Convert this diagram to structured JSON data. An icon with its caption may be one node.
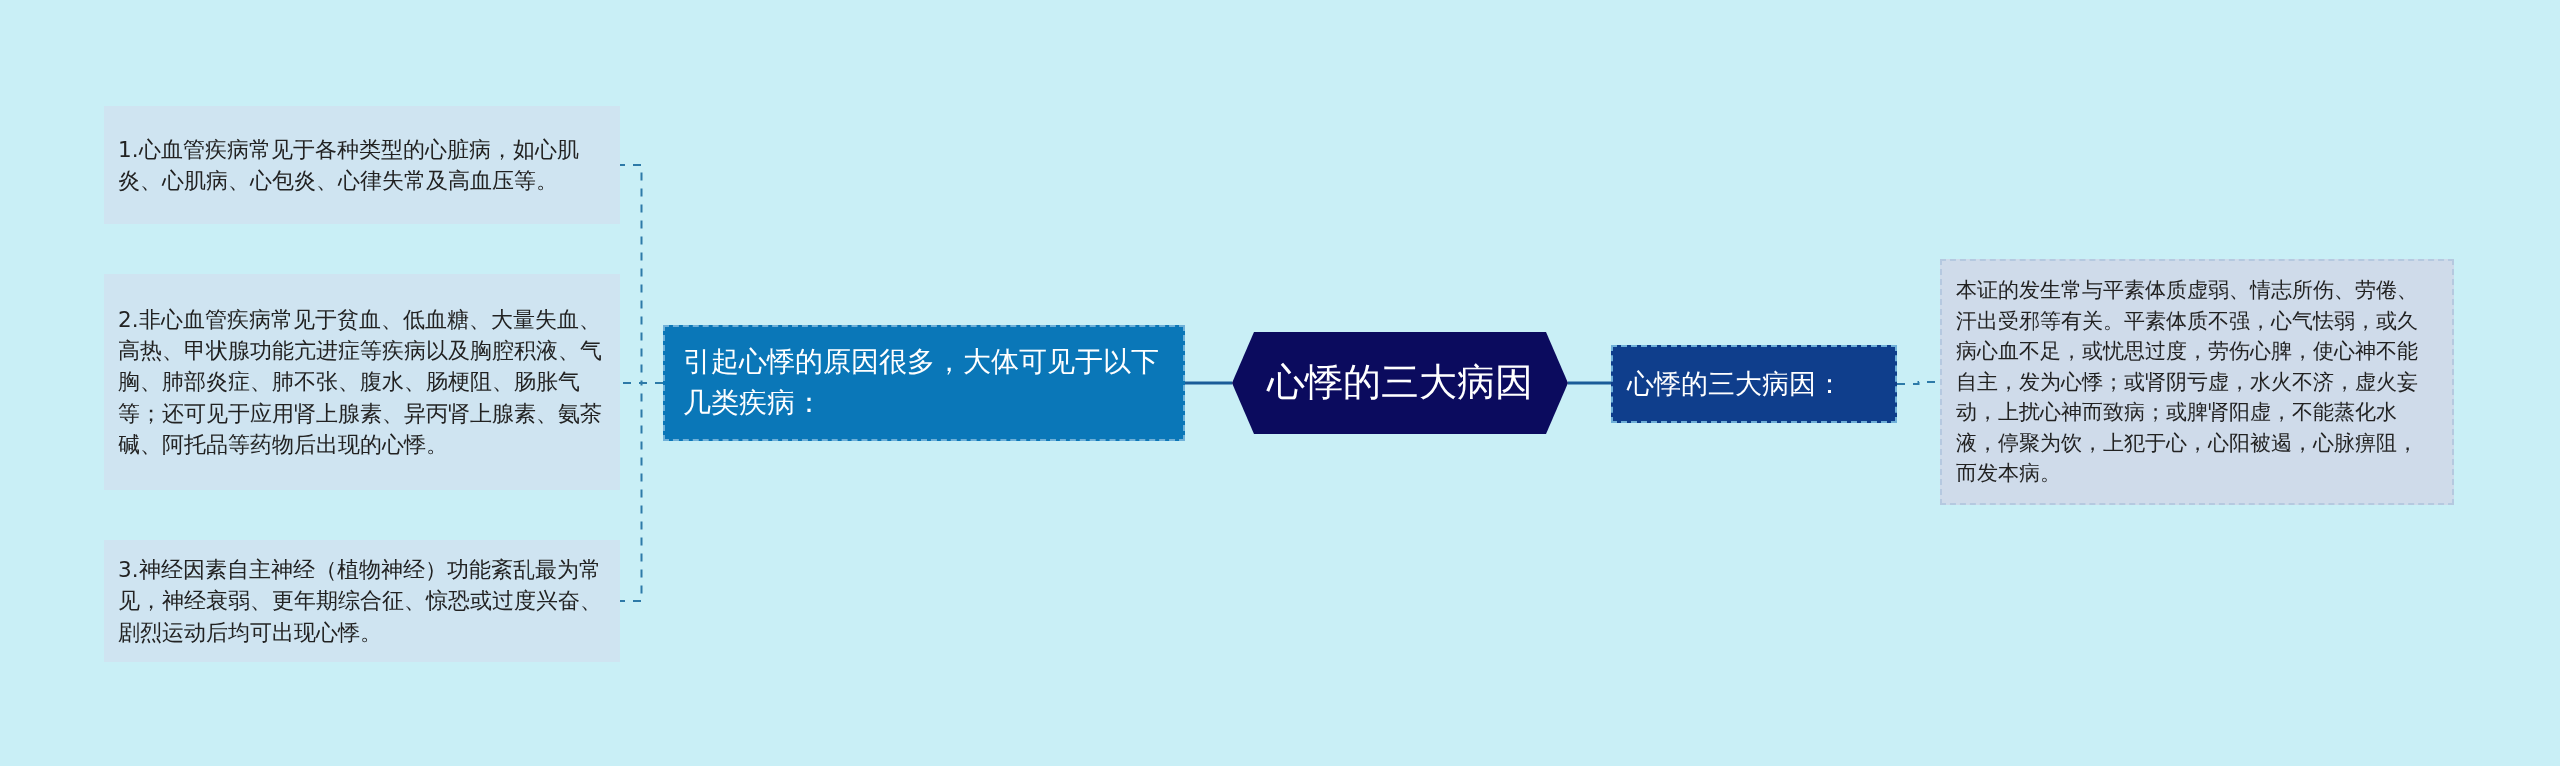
{
  "diagram": {
    "nodes": [
      {
        "text": [
          "心悸的三大病因"
        ]
      },
      {
        "text": [
          "引起心悸的原因很多，大体可见于以下几类疾病："
        ]
      },
      {
        "text": [
          "1.心血管疾病常见于各种类型的心脏病，如心肌炎、心肌病、心包炎、心律失常及高血压等。"
        ]
      },
      {
        "text": [
          "2.非心血管疾病常见于贫血、低血糖、大量失血、高热、甲状腺功能亢进症等疾病以及胸腔积液、气胸、肺部炎症、肺不张、腹水、肠梗阻、肠胀气等；还可见于应用肾上腺素、异丙肾上腺素、氨茶碱、阿托品等药物后出现的心悸。"
        ]
      },
      {
        "text": [
          "3.神经因素自主神经（植物神经）功能紊乱最为常见，神经衰弱、更年期综合征、惊恐或过度兴奋、剧烈运动后均可出现心悸。"
        ]
      },
      {
        "text": [
          "心悸的三大病因："
        ]
      },
      {
        "text": [
          "本证的发生常与平素体质虚弱、情志所伤、劳倦、汗出受邪等有关。平素体质不强，心气怯弱，或久病心血不足，或忧思过度，劳伤心脾，使心神不能自主，发为心悸；或肾阴亏虚，水火不济，虚火妄动，上扰心神而致病；或脾肾阳虚，不能蒸化水液，停聚为饮，上犯于心，心阳被遏，心脉痹阻，而发本病。"
        ]
      }
    ],
    "edges": [
      {
        "from": 0,
        "to": 1,
        "arrow": "none"
      },
      {
        "from": 1,
        "to": 2,
        "arrow": "none",
        "style": "dashed"
      },
      {
        "from": 1,
        "to": 3,
        "arrow": "none",
        "style": "dashed"
      },
      {
        "from": 1,
        "to": 4,
        "arrow": "none",
        "style": "dashed"
      },
      {
        "from": 0,
        "to": 5,
        "arrow": "none"
      },
      {
        "from": 5,
        "to": 6,
        "arrow": "none",
        "style": "dashed"
      }
    ]
  }
}
